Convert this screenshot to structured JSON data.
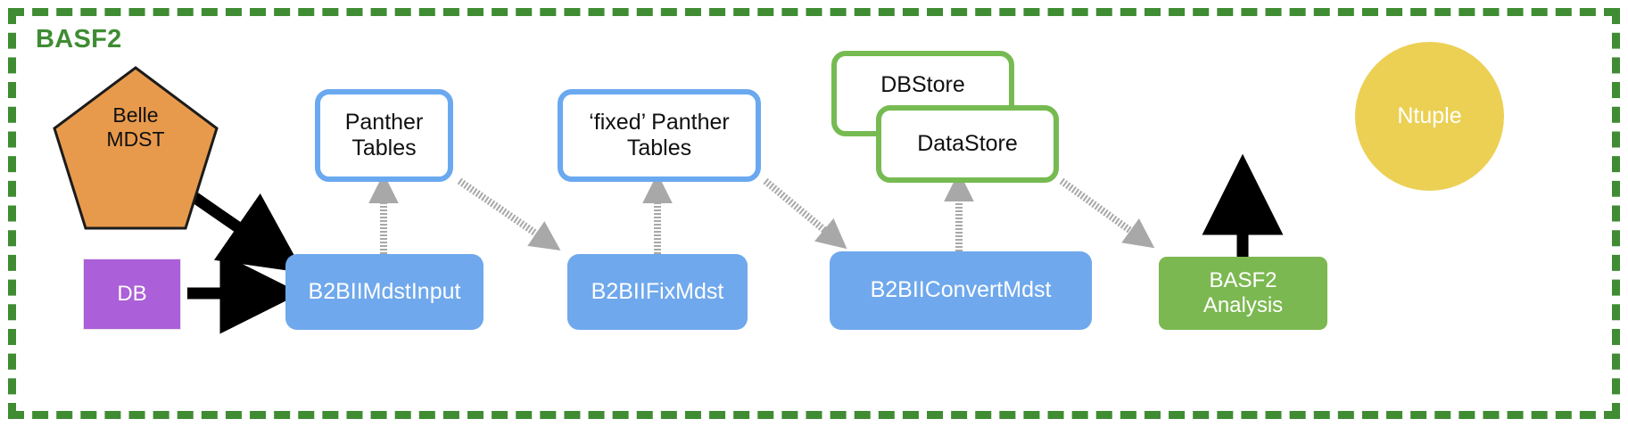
{
  "diagram": {
    "title": "BASF2",
    "frame_label": "BASF2",
    "colors": {
      "frame_green": "#3f8c33",
      "pentagon_orange": "#e89a4c",
      "db_purple": "#ab5fd8",
      "module_blue": "#6fa8ec",
      "store_blue_border": "#6aa9f0",
      "store_green_border": "#76bb52",
      "analysis_green": "#7cb851",
      "ntuple_yellow": "#ecd054",
      "arrow_grey": "#a8a8a8",
      "arrow_black": "#000000"
    },
    "nodes": {
      "belle_mdst": {
        "label": "Belle\nMDST",
        "shape": "pentagon"
      },
      "db": {
        "label": "DB",
        "shape": "rectangle"
      },
      "panther_tables": {
        "label": "Panther\nTables",
        "shape": "rounded-rect"
      },
      "fixed_panther_tables": {
        "label": "‘fixed’ Panther\nTables",
        "shape": "rounded-rect"
      },
      "dbstore": {
        "label": "DBStore",
        "shape": "rounded-rect"
      },
      "datastore": {
        "label": "DataStore",
        "shape": "rounded-rect"
      },
      "ntuple": {
        "label": "Ntuple",
        "shape": "circle"
      },
      "mdst_input": {
        "label": "B2BIIMdstInput",
        "shape": "rounded-rect"
      },
      "fix_mdst": {
        "label": "B2BIIFixMdst",
        "shape": "rounded-rect"
      },
      "convert_mdst": {
        "label": "B2BIIConvertMdst",
        "shape": "rounded-rect"
      },
      "basf2_analysis": {
        "label": "BASF2\nAnalysis",
        "shape": "rounded-rect"
      }
    },
    "edges": [
      {
        "from": "belle_mdst",
        "to": "mdst_input",
        "style": "solid-black"
      },
      {
        "from": "db",
        "to": "mdst_input",
        "style": "solid-black"
      },
      {
        "from": "mdst_input",
        "to": "panther_tables",
        "style": "sketch-grey"
      },
      {
        "from": "panther_tables",
        "to": "fix_mdst",
        "style": "sketch-grey"
      },
      {
        "from": "fix_mdst",
        "to": "fixed_panther_tables",
        "style": "sketch-grey"
      },
      {
        "from": "fixed_panther_tables",
        "to": "convert_mdst",
        "style": "sketch-grey"
      },
      {
        "from": "convert_mdst",
        "to": "datastore",
        "style": "sketch-grey"
      },
      {
        "from": "datastore",
        "to": "basf2_analysis",
        "style": "sketch-grey"
      },
      {
        "from": "basf2_analysis",
        "to": "ntuple",
        "style": "solid-black"
      }
    ]
  }
}
